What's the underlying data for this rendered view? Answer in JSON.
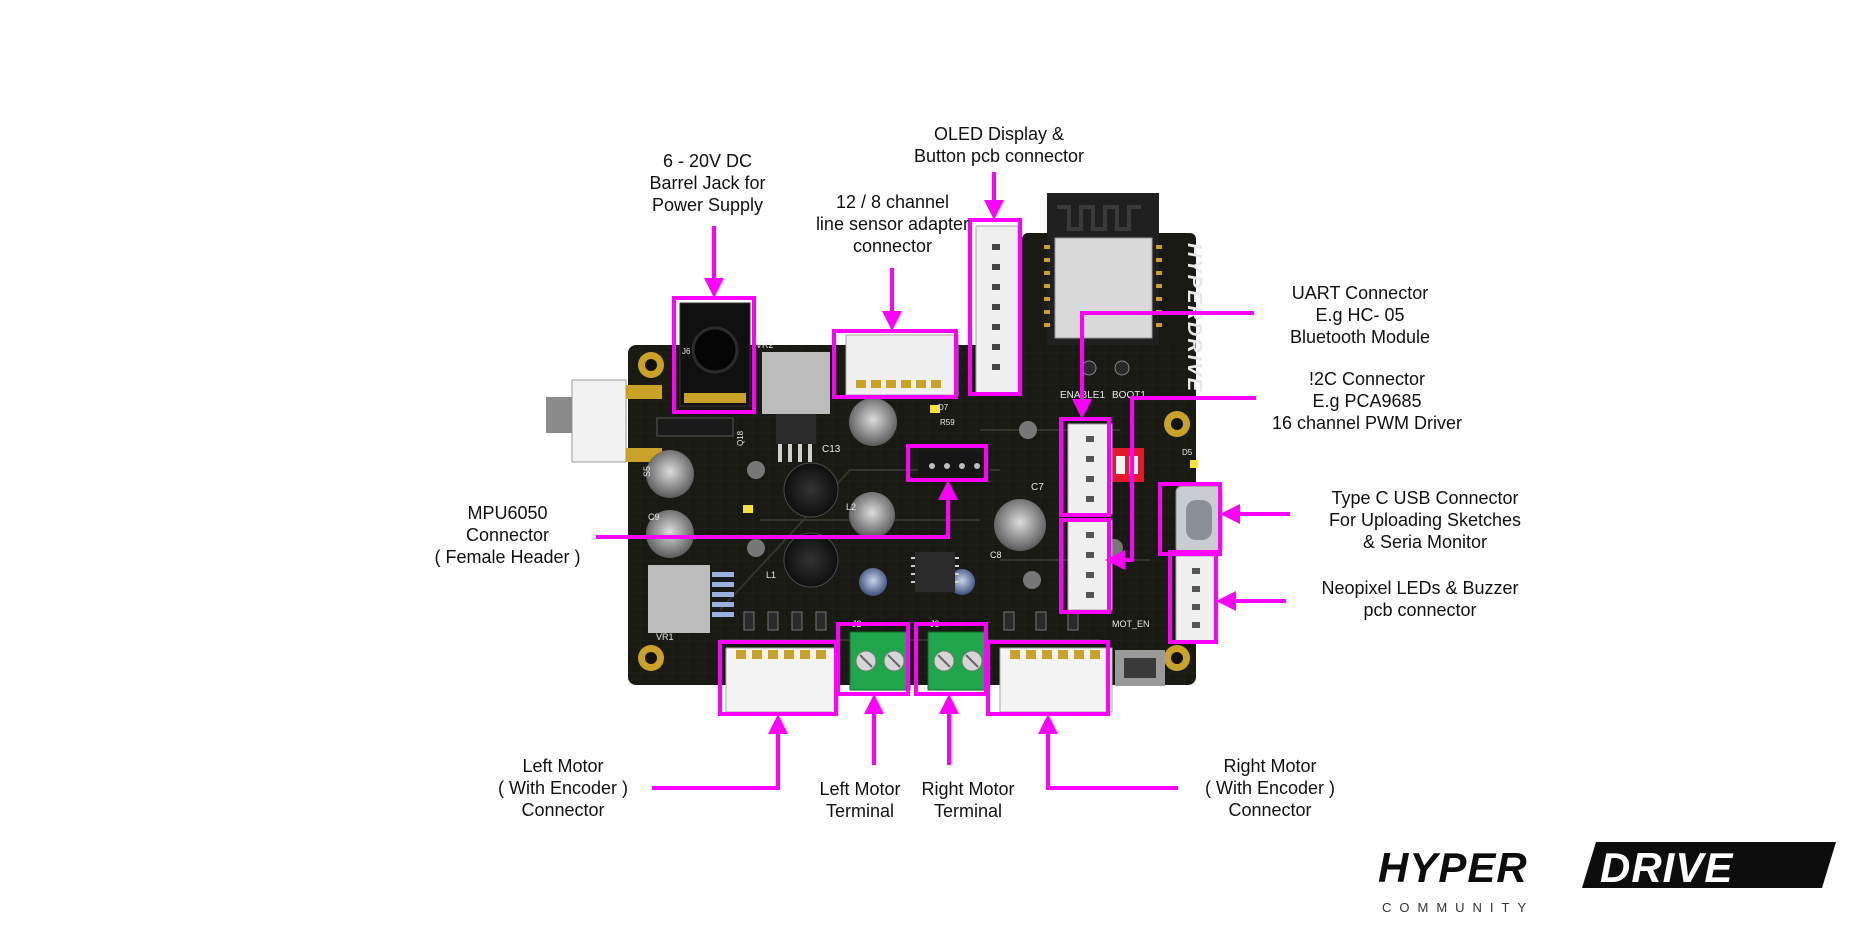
{
  "colors": {
    "accent": "#ff00ff",
    "pcb": "#1a1a14",
    "text": "#111111"
  },
  "callouts": [
    {
      "id": "barrel",
      "lines": [
        "6 - 20V DC",
        "Barrel Jack for",
        "Power Supply"
      ]
    },
    {
      "id": "line-sensor",
      "lines": [
        "12 / 8 channel",
        "line sensor adapter",
        "connector"
      ]
    },
    {
      "id": "oled",
      "lines": [
        "OLED Display &",
        "Button pcb connector"
      ]
    },
    {
      "id": "uart",
      "lines": [
        "UART Connector",
        "E.g HC- 05",
        "Bluetooth Module"
      ]
    },
    {
      "id": "i2c",
      "lines": [
        "!2C Connector",
        "E.g PCA9685",
        "16 channel PWM Driver"
      ]
    },
    {
      "id": "mpu",
      "lines": [
        "MPU6050",
        "Connector",
        "( Female Header )"
      ]
    },
    {
      "id": "usb",
      "lines": [
        "Type C USB Connector",
        "For Uploading Sketches",
        "& Seria Monitor"
      ]
    },
    {
      "id": "neopixel",
      "lines": [
        "Neopixel LEDs & Buzzer",
        "pcb connector"
      ]
    },
    {
      "id": "left-encoder",
      "lines": [
        "Left Motor",
        "( With Encoder )",
        "Connector"
      ]
    },
    {
      "id": "left-terminal",
      "lines": [
        "Left Motor",
        "Terminal"
      ]
    },
    {
      "id": "right-terminal",
      "lines": [
        "Right Motor",
        "Terminal"
      ]
    },
    {
      "id": "right-encoder",
      "lines": [
        "Right Motor",
        "( With Encoder )",
        "Connector"
      ]
    }
  ],
  "board": {
    "brand": "HYPERDRIVE",
    "markings": [
      "ENABLE1",
      "BOOT1",
      "MOT_EN",
      "VR1",
      "VR2",
      "C13",
      "C7",
      "C8",
      "C9",
      "L1",
      "L2",
      "J2",
      "J3",
      "J6",
      "Q18",
      "S5",
      "D5",
      "D7",
      "R59"
    ]
  },
  "logo": {
    "word_left": "HYPER",
    "word_right": "DRIVE",
    "tagline": "COMMUNITY"
  }
}
